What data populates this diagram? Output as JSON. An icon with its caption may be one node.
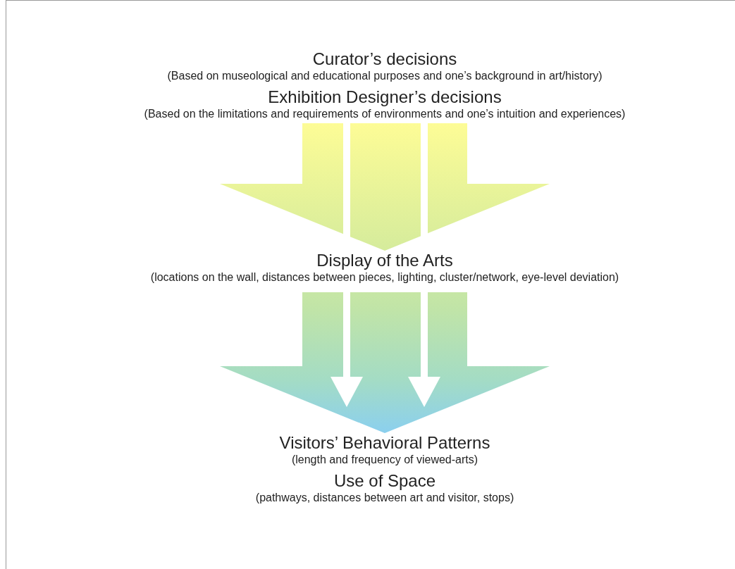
{
  "diagram": {
    "nodes": [
      {
        "text": [
          "Curator’s decisions",
          "(Based on museological and educational purposes and one’s background in art/history)"
        ]
      },
      {
        "text": [
          "Exhibition Designer’s decisions",
          "(Based on the limitations and requirements of environments and one’s intuition and experiences)"
        ]
      },
      {
        "text": [
          "Display of the Arts",
          "(locations on the wall, distances between pieces, lighting, cluster/network, eye-level deviation)"
        ]
      },
      {
        "text": [
          "Visitors’ Behavioral  Patterns",
          "(length and frequency of viewed-arts)"
        ]
      },
      {
        "text": [
          "Use of Space",
          "(pathways, distances between art and visitor, stops)"
        ]
      }
    ],
    "edges": [
      {
        "from": 1,
        "to": 2,
        "arrow": "to",
        "style": "thick"
      },
      {
        "from": 2,
        "to": 3,
        "arrow": "to",
        "style": "thick"
      },
      {
        "from": 1,
        "to": null,
        "arrow": "to",
        "color": "#ffffff"
      },
      {
        "from": 1,
        "to": null,
        "arrow": "to",
        "color": "#ffffff"
      }
    ]
  }
}
